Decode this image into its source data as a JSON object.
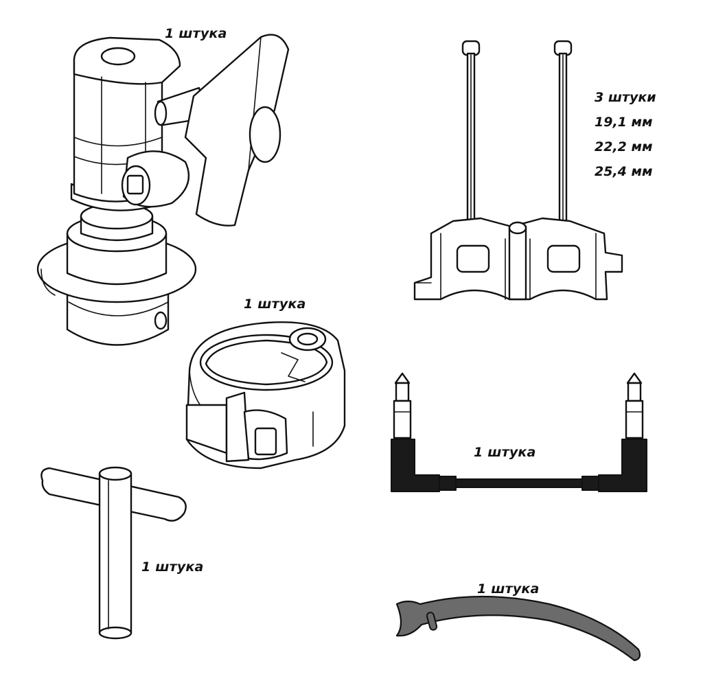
{
  "labels": {
    "clamp_mount": "1 штука",
    "memory_lock": "1 штука",
    "drum_key": "1 штука",
    "sensor_holder_qty": "3 штуки",
    "sensor_holder_sizes": [
      "19,1 мм",
      "22,2 мм",
      "25,4 мм"
    ],
    "cable": "1 штука",
    "strap": "1 штука"
  },
  "colors": {
    "ink": "#111111",
    "strap": "#6b6b6b"
  }
}
